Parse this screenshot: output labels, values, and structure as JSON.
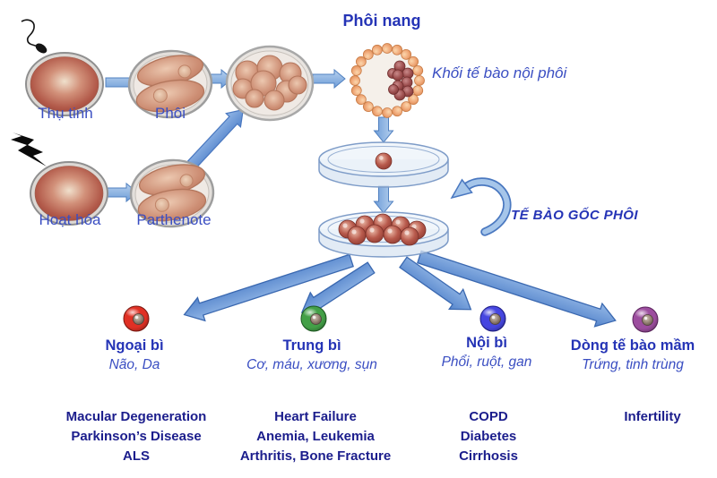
{
  "colors": {
    "label_blue": "#3a4ec2",
    "header_blue": "#2534b6",
    "disease_navy": "#1b1d8c",
    "arrow_fill": "#7fa9e0",
    "arrow_stroke": "#4a78c0"
  },
  "flow": {
    "fertilization": "Thụ tinh",
    "embryo": "Phôi",
    "activation": "Hoạt hóa",
    "parthenote": "Parthenote",
    "blastocyst": "Phôi nang",
    "inner_cell_mass": "Khối tế bào nội phôi",
    "stem_cell": "TẾ BÀO GỐC PHÔI"
  },
  "lineages": [
    {
      "name": "Ngoại bì",
      "tissues": "Não, Da",
      "color": "#e03024",
      "diseases": [
        "Macular Degeneration",
        "Parkinson’s Disease",
        "ALS"
      ]
    },
    {
      "name": "Trung bì",
      "tissues": "Cơ, máu, xương, sụn",
      "color": "#43a047",
      "diseases": [
        "Heart Failure",
        "Anemia, Leukemia",
        "Arthritis, Bone Fracture"
      ]
    },
    {
      "name": "Nội bì",
      "tissues": "Phổi, ruột, gan",
      "color": "#4646e0",
      "diseases": [
        "COPD",
        "Diabetes",
        "Cirrhosis"
      ]
    },
    {
      "name": "Dòng tế bào mầm",
      "tissues": "Trứng, tinh trùng",
      "color": "#9c4d9e",
      "diseases": [
        "Infertility"
      ]
    }
  ]
}
